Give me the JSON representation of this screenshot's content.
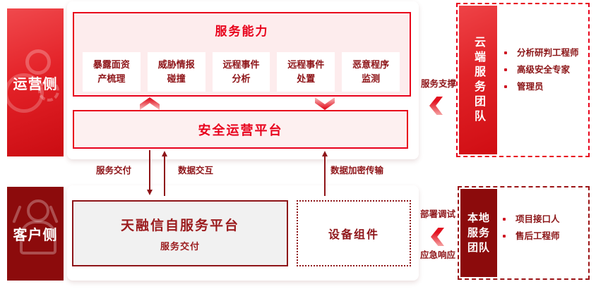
{
  "colors": {
    "accent_red": "#e8001b",
    "dark_red": "#8e1418",
    "maroon": "#8c0b0c",
    "panel_pink": "#fdeced",
    "gray_box": "#f1f1f1"
  },
  "rails": {
    "operations": {
      "label": "运营侧",
      "icon": "person-gear-icon"
    },
    "customer": {
      "label": "客户侧",
      "icon": "person-icon"
    }
  },
  "capability": {
    "title": "服务能力",
    "items": [
      "暴露面资\n产梳理",
      "威胁情报\n碰撞",
      "远程事件\n分析",
      "远程事件\n处置",
      "恶意程序\n监测"
    ]
  },
  "platform": {
    "title": "安全运营平台"
  },
  "flows": {
    "service_delivery": "服务交付",
    "data_exchange": "数据交互",
    "encrypted_transfer": "数据加密传输",
    "service_support": "服务支撑",
    "deploy_debug": "部署调试",
    "emergency_response": "应急响应"
  },
  "self_service": {
    "title": "天融信自服务平台",
    "subtitle": "服务交付"
  },
  "device": {
    "title": "设备组件"
  },
  "cloud_team": {
    "title": "云端服务团队",
    "members": [
      "分析研判工程师",
      "高级安全专家",
      "管理员"
    ]
  },
  "local_team": {
    "title": "本地服务团队",
    "members": [
      "项目接口人",
      "售后工程师"
    ]
  }
}
